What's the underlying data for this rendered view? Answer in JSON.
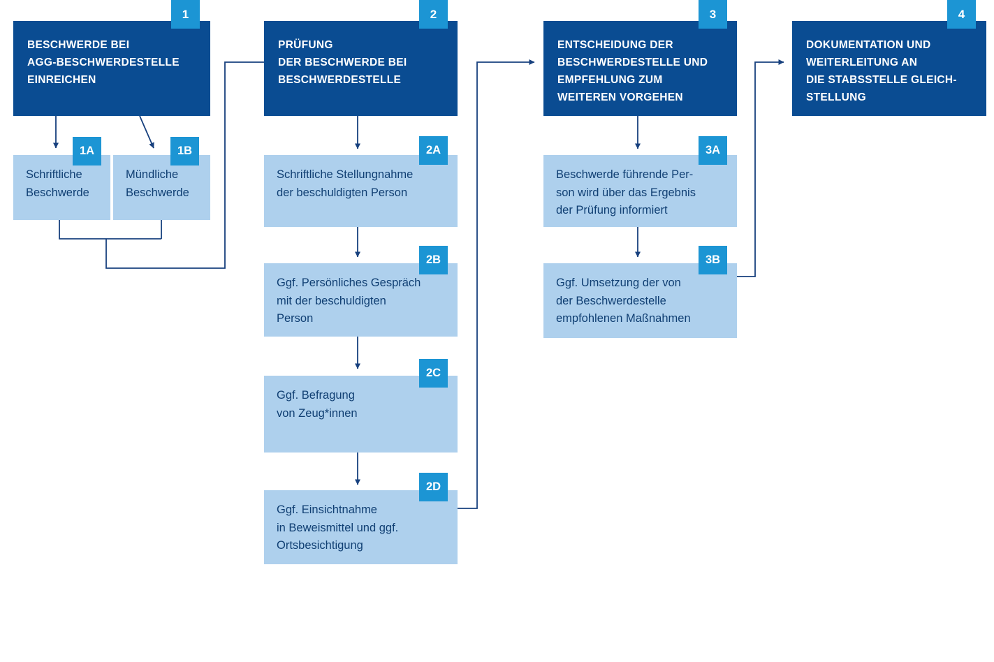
{
  "diagram": {
    "title": "AGG-Beschwerdeverfahren Ablauf",
    "colors": {
      "header_box": "#0a4c92",
      "sub_box": "#aed0ed",
      "badge": "#1c95d4",
      "sub_text": "#103f73",
      "header_text": "#ffffff",
      "connector": "#17407e"
    }
  },
  "columns": [
    {
      "header": {
        "badge": "1",
        "lines": [
          "BESCHWERDE BEI",
          "AGG-BESCHWERDESTELLE",
          "EINREICHEN"
        ]
      },
      "steps": [
        {
          "badge": "1A",
          "lines": [
            "Schriftliche",
            "Beschwerde"
          ]
        },
        {
          "badge": "1B",
          "lines": [
            "Mündliche",
            "Beschwerde"
          ]
        }
      ]
    },
    {
      "header": {
        "badge": "2",
        "lines": [
          "PRÜFUNG",
          "DER BESCHWERDE BEI",
          "BESCHWERDESTELLE"
        ]
      },
      "steps": [
        {
          "badge": "2A",
          "lines": [
            "Schriftliche Stellungnahme",
            "der beschuldigten Person"
          ]
        },
        {
          "badge": "2B",
          "lines": [
            "Ggf. Persönliches Gespräch",
            "mit der beschuldigten",
            "Person"
          ]
        },
        {
          "badge": "2C",
          "lines": [
            "Ggf. Befragung",
            "von Zeug*innen"
          ]
        },
        {
          "badge": "2D",
          "lines": [
            "Ggf. Einsichtnahme",
            "in Beweismittel und ggf.",
            "Ortsbesichtigung"
          ]
        }
      ]
    },
    {
      "header": {
        "badge": "3",
        "lines": [
          "ENTSCHEIDUNG DER",
          "BESCHWERDESTELLE UND",
          "EMPFEHLUNG ZUM",
          "WEITEREN VORGEHEN"
        ]
      },
      "steps": [
        {
          "badge": "3A",
          "lines": [
            "Beschwerde führende Per-",
            "son wird über das Ergebnis",
            "der Prüfung informiert"
          ]
        },
        {
          "badge": "3B",
          "lines": [
            "Ggf. Umsetzung der von",
            "der Beschwerdestelle",
            "empfohlenen Maßnahmen"
          ]
        }
      ]
    },
    {
      "header": {
        "badge": "4",
        "lines": [
          "DOKUMENTATION UND",
          "WEITERLEITUNG AN",
          "DIE STABSSTELLE GLEICH-",
          "STELLUNG"
        ]
      },
      "steps": []
    }
  ],
  "text": {
    "c0_header_l0": "BESCHWERDE BEI",
    "c0_header_l1": "AGG-BESCHWERDESTELLE",
    "c0_header_l2": "EINREICHEN",
    "c0_badge": "1",
    "c0_s0_badge": "1A",
    "c0_s0_l0": "Schriftliche",
    "c0_s0_l1": "Beschwerde",
    "c0_s1_badge": "1B",
    "c0_s1_l0": "Mündliche",
    "c0_s1_l1": "Beschwerde",
    "c1_header_l0": "PRÜFUNG",
    "c1_header_l1": "DER BESCHWERDE BEI",
    "c1_header_l2": "BESCHWERDESTELLE",
    "c1_badge": "2",
    "c1_s0_badge": "2A",
    "c1_s0_l0": "Schriftliche Stellungnahme",
    "c1_s0_l1": "der beschuldigten Person",
    "c1_s1_badge": "2B",
    "c1_s1_l0": "Ggf. Persönliches Gespräch",
    "c1_s1_l1": "mit der beschuldigten",
    "c1_s1_l2": "Person",
    "c1_s2_badge": "2C",
    "c1_s2_l0": "Ggf. Befragung",
    "c1_s2_l1": "von Zeug*innen",
    "c1_s3_badge": "2D",
    "c1_s3_l0": "Ggf. Einsichtnahme",
    "c1_s3_l1": "in Beweismittel und ggf.",
    "c1_s3_l2": "Ortsbesichtigung",
    "c2_header_l0": "ENTSCHEIDUNG DER",
    "c2_header_l1": "BESCHWERDESTELLE UND",
    "c2_header_l2": "EMPFEHLUNG ZUM",
    "c2_header_l3": "WEITEREN VORGEHEN",
    "c2_badge": "3",
    "c2_s0_badge": "3A",
    "c2_s0_l0": "Beschwerde führende Per-",
    "c2_s0_l1": "son wird über das Ergebnis",
    "c2_s0_l2": "der Prüfung informiert",
    "c2_s1_badge": "3B",
    "c2_s1_l0": "Ggf. Umsetzung der von",
    "c2_s1_l1": "der Beschwerdestelle",
    "c2_s1_l2": "empfohlenen Maßnahmen",
    "c3_header_l0": "DOKUMENTATION UND",
    "c3_header_l1": "WEITERLEITUNG AN",
    "c3_header_l2": "DIE STABSSTELLE GLEICH-",
    "c3_header_l3": "STELLUNG",
    "c3_badge": "4"
  }
}
